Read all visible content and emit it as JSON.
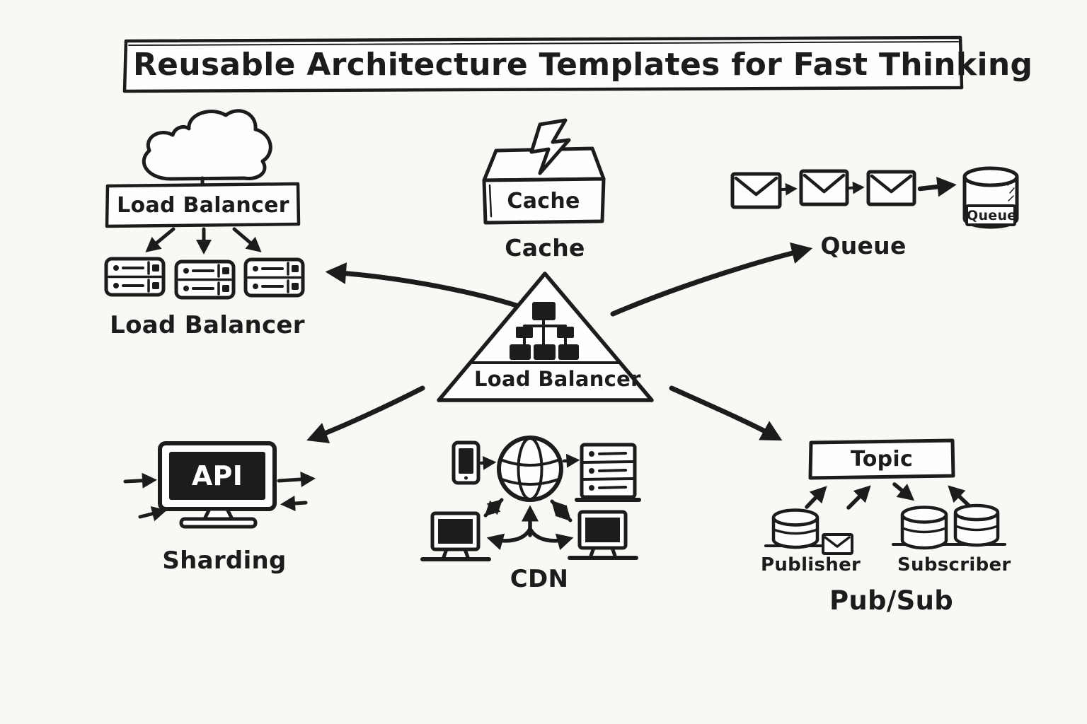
{
  "title": "Reusable Architecture Templates for Fast Thinking",
  "colors": {
    "ink": "#1c1c1c",
    "background": "#f8f8f5",
    "paper": "#fffefc"
  },
  "diagram": {
    "load_balancer": {
      "box_label": "Load Balancer",
      "caption": "Load Balancer",
      "icons": [
        "cloud-icon",
        "server-icon",
        "server-icon",
        "server-icon",
        "down-arrow-icon"
      ]
    },
    "cache": {
      "box_label": "Cache",
      "caption": "Cache",
      "icons": [
        "lightning-icon",
        "cache-box-icon"
      ]
    },
    "queue": {
      "cylinder_label": "Queue",
      "caption": "Queue",
      "icons": [
        "envelope-icon",
        "envelope-icon",
        "envelope-icon",
        "right-arrow-icon",
        "queue-cylinder-icon"
      ]
    },
    "center": {
      "pyramid_label": "Load Balancer",
      "icons": [
        "pyramid-icon",
        "org-chart-icon",
        "radiating-arrow-icon"
      ]
    },
    "sharding": {
      "screen_label": "API",
      "caption": "Sharding",
      "icons": [
        "monitor-icon",
        "in-arrow-icon",
        "out-arrow-icon"
      ]
    },
    "cdn": {
      "caption": "CDN",
      "icons": [
        "smartphone-icon",
        "globe-icon",
        "server-rack-icon",
        "monitor-icon",
        "monitor-icon",
        "double-arrow-icon",
        "fork-arrow-icon"
      ]
    },
    "pubsub": {
      "topic_label": "Topic",
      "publisher_label": "Publisher",
      "subscriber_label": "Subscriber",
      "caption": "Pub/Sub",
      "icons": [
        "database-icon",
        "envelope-icon",
        "database-icon",
        "database-icon",
        "up-arrow-icon",
        "down-arrow-icon"
      ]
    }
  }
}
